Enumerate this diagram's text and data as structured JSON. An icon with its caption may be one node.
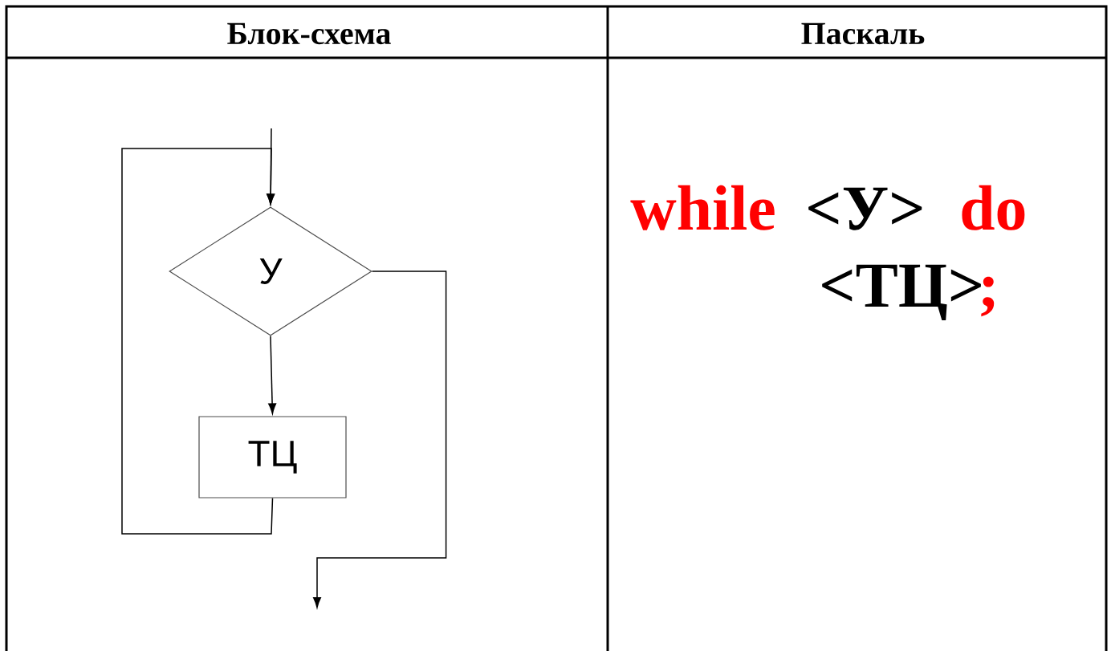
{
  "diagram": {
    "nodes": [
      {
        "text": [
          "У"
        ]
      },
      {
        "text": [
          "ТЦ"
        ]
      }
    ],
    "edges": [
      {
        "from": null,
        "to": 0,
        "arrow": "to"
      },
      {
        "from": 1,
        "to": 0,
        "arrow": "to"
      },
      {
        "from": 0,
        "to": 1,
        "arrow": "to"
      },
      {
        "from": 0,
        "to": null,
        "arrow": "to"
      }
    ],
    "labels": [
      "Блок-схема",
      "Паскаль",
      "while",
      "<У>",
      "do",
      "<ТЦ>",
      ";"
    ]
  }
}
